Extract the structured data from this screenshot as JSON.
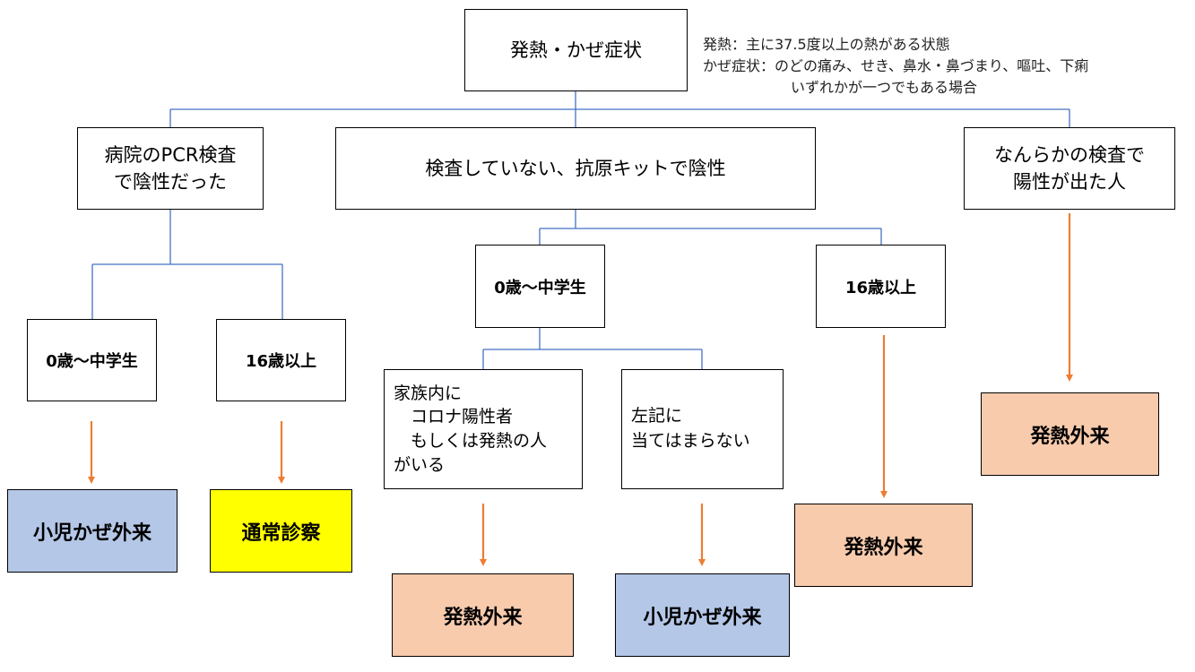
{
  "root": {
    "label": "発熱・かぜ症状"
  },
  "definition": {
    "line1": "発熱：主に37.5度以上の熱がある状態",
    "line2": "かぜ症状：のどの痛み、せき、鼻水・鼻づまり、嘔吐、下痢",
    "line3": "いずれかが一つでもある場合"
  },
  "branches": {
    "pcr_negative": {
      "line1": "病院のPCR検査",
      "line2": "で陰性だった",
      "age_child": "0歳〜中学生",
      "age_adult": "16歳以上",
      "outcome_child": "小児かぜ外来",
      "outcome_adult": "通常診察"
    },
    "not_tested": {
      "label": "検査していない、抗原キットで陰性",
      "age_child": "0歳〜中学生",
      "age_adult": "16歳以上",
      "family_positive": {
        "line1": "家族内に",
        "line2": "　コロナ陽性者",
        "line3": "　もしくは発熱の人",
        "line4": "がいる"
      },
      "not_applicable": {
        "line1": "左記に",
        "line2": "当てはまらない"
      },
      "outcome_family": "発熱外来",
      "outcome_other": "小児かぜ外来",
      "outcome_adult": "発熱外来"
    },
    "positive": {
      "line1": "なんらかの検査で",
      "line2": "陽性が出た人",
      "outcome": "発熱外来"
    }
  },
  "colors": {
    "connector": "#4472C4",
    "arrow": "#ED7D31",
    "fever_clinic": "#F8CBAD",
    "pediatric_clinic": "#B4C7E7",
    "regular_exam": "#FFFF00"
  }
}
